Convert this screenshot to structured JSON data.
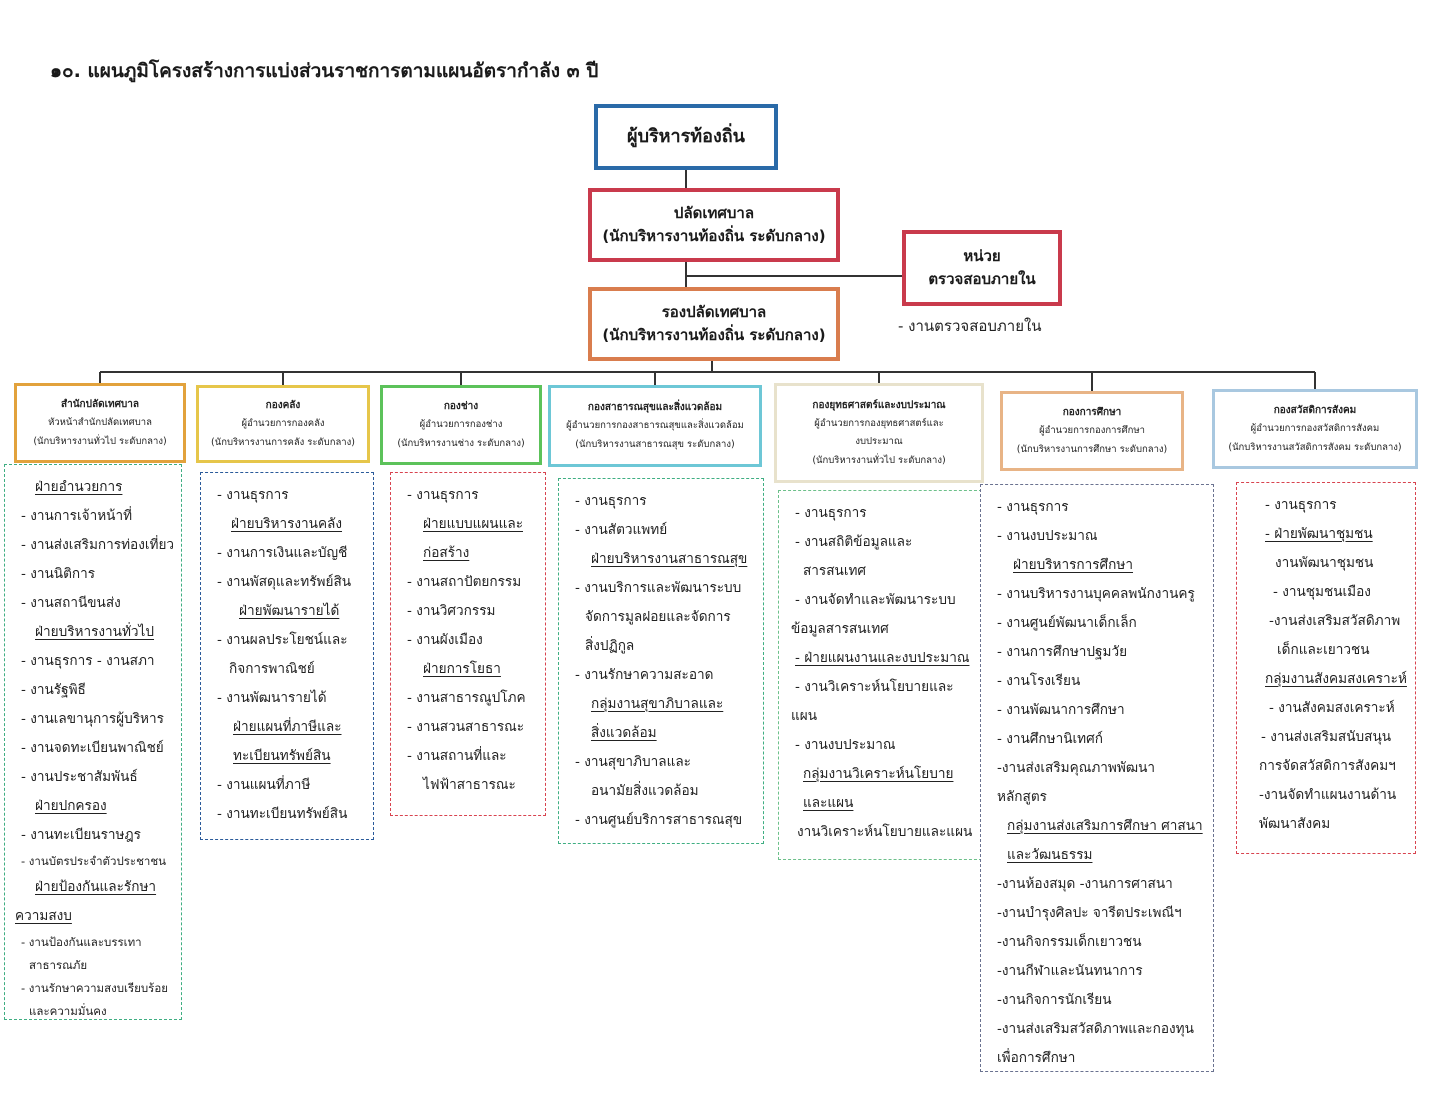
{
  "title": "๑๐. แผนภูมิโครงสร้างการแบ่งส่วนราชการตามแผนอัตรากำลัง ๓ ปี",
  "top": {
    "executive": {
      "line1": "ผู้บริหารท้องถิ่น"
    },
    "clerk": {
      "line1": "ปลัดเทศบาล",
      "line2": "(นักบริหารงานท้องถิ่น ระดับกลาง)"
    },
    "deputy": {
      "line1": "รองปลัดเทศบาล",
      "line2": "(นักบริหารงานท้องถิ่น ระดับกลาง)"
    },
    "audit": {
      "line1": "หน่วย",
      "line2": "ตรวจสอบภายใน",
      "note": "- งานตรวจสอบภายใน"
    }
  },
  "colors": {
    "executive": "#2a6aa8",
    "clerk": "#c93a4c",
    "deputy": "#d97d4e",
    "audit": "#c93a4c",
    "wire": "#333333"
  },
  "departments": [
    {
      "name": "สำนักปลัดเทศบาล",
      "head": "หัวหน้าสำนักปลัดเทศบาล",
      "level": "(นักบริหารงานทั่วไป ระดับกลาง)",
      "color": "#e2a23c",
      "list_color": "#3fae82",
      "items": [
        {
          "t": "ฝ่ายอำนวยการ",
          "h": true,
          "pad": 20
        },
        {
          "t": "- งานการเจ้าหน้าที่",
          "pad": 6
        },
        {
          "t": "- งานส่งเสริมการท่องเที่ยว",
          "pad": 6
        },
        {
          "t": "- งานนิติการ",
          "pad": 6
        },
        {
          "t": "- งานสถานีขนส่ง",
          "pad": 6
        },
        {
          "t": "ฝ่ายบริหารงานทั่วไป",
          "h": true,
          "pad": 20
        },
        {
          "t": "- งานธุรการ      - งานสภา",
          "pad": 6
        },
        {
          "t": "- งานรัฐพิธี",
          "pad": 6
        },
        {
          "t": "- งานเลขานุการผู้บริหาร",
          "pad": 6
        },
        {
          "t": "- งานจดทะเบียนพาณิชย์",
          "pad": 6
        },
        {
          "t": "- งานประชาสัมพันธ์",
          "pad": 6
        },
        {
          "t": "ฝ่ายปกครอง",
          "h": true,
          "pad": 20
        },
        {
          "t": "- งานทะเบียนราษฎร",
          "pad": 6
        },
        {
          "t": "- งานบัตรประจำตัวประชาชน",
          "s": true,
          "pad": 6
        },
        {
          "t": "ฝ่ายป้องกันและรักษา",
          "h": true,
          "pad": 20
        },
        {
          "t": "ความสงบ",
          "h": true,
          "pad": 0
        },
        {
          "t": "- งานป้องกันและบรรเทา",
          "s": true,
          "pad": 6
        },
        {
          "t": "สาธารณภัย",
          "s": true,
          "pad": 14
        },
        {
          "t": "- งานรักษาความสงบเรียบร้อย",
          "s": true,
          "pad": 6
        },
        {
          "t": "และความมั่นคง",
          "s": true,
          "pad": 14
        }
      ]
    },
    {
      "name": "กองคลัง",
      "head": "ผู้อำนวยการกองคลัง",
      "level": "(นักบริหารงานการคลัง ระดับกลาง)",
      "color": "#e6c64a",
      "list_color": "#2a5a9a",
      "items": [
        {
          "t": "- งานธุรการ",
          "pad": 6
        },
        {
          "t": "ฝ่ายบริหารงานคลัง",
          "h": true,
          "pad": 20
        },
        {
          "t": "- งานการเงินและบัญชี",
          "pad": 6
        },
        {
          "t": "- งานพัสดุและทรัพย์สิน",
          "pad": 6
        },
        {
          "t": "ฝ่ายพัฒนารายได้",
          "h": true,
          "pad": 28
        },
        {
          "t": "- งานผลประโยชน์และ",
          "pad": 6
        },
        {
          "t": "กิจการพาณิชย์",
          "pad": 18
        },
        {
          "t": "- งานพัฒนารายได้",
          "pad": 6
        },
        {
          "t": "ฝ่ายแผนที่ภาษีและ",
          "h": true,
          "pad": 22
        },
        {
          "t": "ทะเบียนทรัพย์สิน",
          "h": true,
          "pad": 22
        },
        {
          "t": "- งานแผนที่ภาษี",
          "pad": 6
        },
        {
          "t": "- งานทะเบียนทรัพย์สิน",
          "pad": 6
        }
      ]
    },
    {
      "name": "กองช่าง",
      "head": "ผู้อำนวยการกองช่าง",
      "level": "(นักบริหารงานช่าง ระดับกลาง)",
      "color": "#5cc25a",
      "list_color": "#d8434f",
      "items": [
        {
          "t": "- งานธุรการ",
          "pad": 6
        },
        {
          "t": "ฝ่ายแบบแผนและ",
          "h": true,
          "pad": 22
        },
        {
          "t": "ก่อสร้าง",
          "h": true,
          "pad": 22
        },
        {
          "t": "- งานสถาปัตยกรรม",
          "pad": 6
        },
        {
          "t": "- งานวิศวกรรม",
          "pad": 6
        },
        {
          "t": "- งานผังเมือง",
          "pad": 6
        },
        {
          "t": "ฝ่ายการโยธา",
          "h": true,
          "pad": 22
        },
        {
          "t": "- งานสาธารณูปโภค",
          "pad": 6
        },
        {
          "t": "- งานสวนสาธารณะ",
          "pad": 6
        },
        {
          "t": "- งานสถานที่และ",
          "pad": 6
        },
        {
          "t": "ไฟฟ้าสาธารณะ",
          "pad": 22
        }
      ]
    },
    {
      "name": "กองสาธารณสุขและสิ่งแวดล้อม",
      "head": "ผู้อำนวยการกองสาธารณสุขและสิ่งแวดล้อม",
      "level": "(นักบริหารงานสาธารณสุข ระดับกลาง)",
      "color": "#6dc7d6",
      "list_color": "#3fae82",
      "items": [
        {
          "t": "- งานธุรการ",
          "pad": 6
        },
        {
          "t": "- งานสัตวแพทย์",
          "pad": 6
        },
        {
          "t": "ฝ่ายบริหารงานสาธารณสุข",
          "h": true,
          "pad": 22
        },
        {
          "t": "- งานบริการและพัฒนาระบบ",
          "pad": 6
        },
        {
          "t": "จัดการมูลฝอยและจัดการ",
          "pad": 16
        },
        {
          "t": "สิ่งปฏิกูล",
          "pad": 16
        },
        {
          "t": "- งานรักษาความสะอาด",
          "pad": 6
        },
        {
          "t": "กลุ่มงานสุขาภิบาลและ",
          "h": true,
          "pad": 22
        },
        {
          "t": "สิ่งแวดล้อม",
          "h": true,
          "pad": 22
        },
        {
          "t": "- งานสุขาภิบาลและ",
          "pad": 6
        },
        {
          "t": "อนามัยสิ่งแวดล้อม",
          "pad": 22
        },
        {
          "t": "- งานศูนย์บริการสาธารณสุข",
          "pad": 6
        }
      ]
    },
    {
      "name": "กองยุทธศาสตร์และงบประมาณ",
      "head": "ผู้อำนวยการกองยุทธศาสตร์และ",
      "head2": "งบประมาณ",
      "level": "(นักบริหารงานทั่วไป ระดับกลาง)",
      "color": "#e8e2cc",
      "list_color": "#6cc08a",
      "items": [
        {
          "t": "- งานธุรการ",
          "pad": 6
        },
        {
          "t": "- งานสถิติข้อมูลและ",
          "pad": 6
        },
        {
          "t": "สารสนเทศ",
          "pad": 14
        },
        {
          "t": "- งานจัดทำและพัฒนาระบบ",
          "pad": 6
        },
        {
          "t": "ข้อมูลสารสนเทศ",
          "pad": 2
        },
        {
          "t": "- ฝ่ายแผนงานและงบประมาณ",
          "h": true,
          "pad": 6
        },
        {
          "t": "- งานวิเคราะห์นโยบายและ",
          "pad": 6
        },
        {
          "t": "แผน",
          "pad": 2
        },
        {
          "t": "- งานงบประมาณ",
          "pad": 6
        },
        {
          "t": "กลุ่มงานวิเคราะห์นโยบาย",
          "h": true,
          "pad": 14
        },
        {
          "t": "และแผน",
          "h": true,
          "pad": 14
        },
        {
          "t": "งานวิเคราะห์นโยบายและแผน",
          "pad": 8
        }
      ]
    },
    {
      "name": "กองการศึกษา",
      "head": "ผู้อำนวยการกองการศึกษา",
      "level": "(นักบริหารงานการศึกษา ระดับกลาง)",
      "color": "#e8b486",
      "list_color": "#6a7290",
      "items": [
        {
          "t": "- งานธุรการ",
          "pad": 6
        },
        {
          "t": "- งานงบประมาณ",
          "pad": 6
        },
        {
          "t": "ฝ่ายบริหารการศึกษา",
          "h": true,
          "pad": 22
        },
        {
          "t": "- งานบริหารงานบุคคลพนักงานครู",
          "pad": 6
        },
        {
          "t": "- งานศูนย์พัฒนาเด็กเล็ก",
          "pad": 6
        },
        {
          "t": "- งานการศึกษาปฐมวัย",
          "pad": 6
        },
        {
          "t": "- งานโรงเรียน",
          "pad": 6
        },
        {
          "t": "- งานพัฒนาการศึกษา",
          "pad": 6
        },
        {
          "t": "- งานศึกษานิเทศก์",
          "pad": 6
        },
        {
          "t": "-งานส่งเสริมคุณภาพพัฒนา",
          "pad": 6
        },
        {
          "t": "หลักสูตร",
          "pad": 6
        },
        {
          "t": "กลุ่มงานส่งเสริมการศึกษา ศาสนา",
          "h": true,
          "pad": 16
        },
        {
          "t": "และวัฒนธรรม",
          "h": true,
          "pad": 16
        },
        {
          "t": "-งานห้องสมุด  -งานการศาสนา",
          "pad": 6
        },
        {
          "t": "-งานบำรุงศิลปะ จารีตประเพณีฯ",
          "pad": 6
        },
        {
          "t": "-งานกิจกรรมเด็กเยาวชน",
          "pad": 6
        },
        {
          "t": "-งานกีฬาและนันทนาการ",
          "pad": 6
        },
        {
          "t": "-งานกิจการนักเรียน",
          "pad": 6
        },
        {
          "t": "-งานส่งเสริมสวัสดิภาพและกองทุน",
          "pad": 6
        },
        {
          "t": "เพื่อการศึกษา",
          "pad": 6
        }
      ]
    },
    {
      "name": "กองสวัสดิการสังคม",
      "head": "ผู้อำนวยการกองสวัสดิการสังคม",
      "level": "(นักบริหารงานสวัสดิการสังคม ระดับกลาง)",
      "color": "#a9c8e0",
      "list_color": "#d8434f",
      "items": [
        {
          "t": "- งานธุรการ",
          "pad": 18
        },
        {
          "t": "- ฝ่ายพัฒนาชุมชน",
          "h": true,
          "pad": 18
        },
        {
          "t": "งานพัฒนาชุมชน",
          "pad": 28
        },
        {
          "t": "- งานชุมชนเมือง",
          "pad": 26
        },
        {
          "t": "-งานส่งเสริมสวัสดิภาพ",
          "pad": 22
        },
        {
          "t": "เด็กและเยาวชน",
          "pad": 30
        },
        {
          "t": "กลุ่มงานสังคมสงเคราะห์",
          "h": true,
          "pad": 18
        },
        {
          "t": "- งานสังคมสงเคราะห์",
          "pad": 22
        },
        {
          "t": "- งานส่งเสริมสนับสนุน",
          "pad": 14
        },
        {
          "t": "การจัดสวัสดิการสังคมฯ",
          "pad": 12
        },
        {
          "t": "-งานจัดทำแผนงานด้าน",
          "pad": 12
        },
        {
          "t": "พัฒนาสังคม",
          "pad": 12
        }
      ]
    }
  ]
}
